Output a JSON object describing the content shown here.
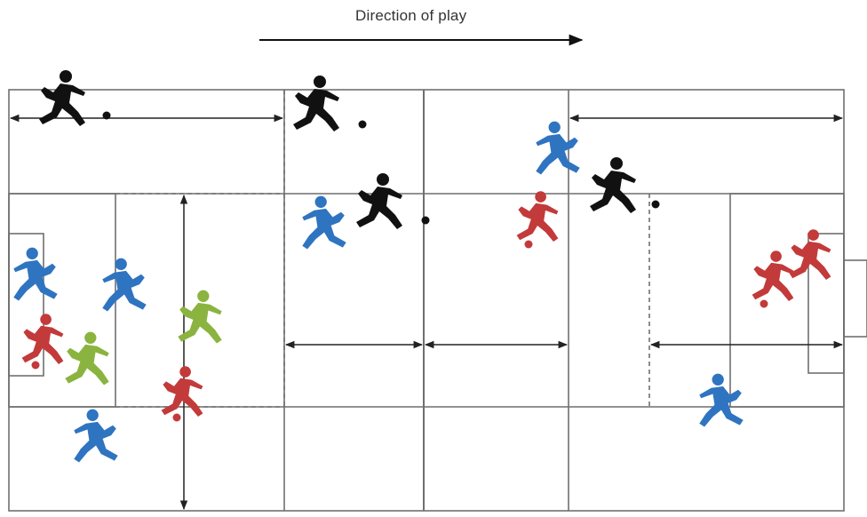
{
  "direction_label": "Direction of play",
  "colors": {
    "line": "#6f6f6f",
    "black_team": "#111111",
    "blue_team": "#2f74c0",
    "red_team": "#c33a3a",
    "green_team": "#8ab43f"
  },
  "icons": {
    "player": "player-silhouette-icon",
    "ball": "ball-icon",
    "arrow": "double-arrow-icon"
  },
  "players": [
    {
      "team": "black",
      "with_ball": true
    },
    {
      "team": "black",
      "with_ball": true
    },
    {
      "team": "black",
      "with_ball": true
    },
    {
      "team": "black",
      "with_ball": true
    },
    {
      "team": "blue",
      "with_ball": false
    },
    {
      "team": "blue",
      "with_ball": false
    },
    {
      "team": "blue",
      "with_ball": false
    },
    {
      "team": "blue",
      "with_ball": false
    },
    {
      "team": "blue",
      "with_ball": false
    },
    {
      "team": "blue",
      "with_ball": false
    },
    {
      "team": "red",
      "with_ball": true
    },
    {
      "team": "red",
      "with_ball": true
    },
    {
      "team": "red",
      "with_ball": true
    },
    {
      "team": "red",
      "with_ball": true
    },
    {
      "team": "red",
      "with_ball": false
    },
    {
      "team": "green",
      "with_ball": false
    },
    {
      "team": "green",
      "with_ball": false
    }
  ]
}
